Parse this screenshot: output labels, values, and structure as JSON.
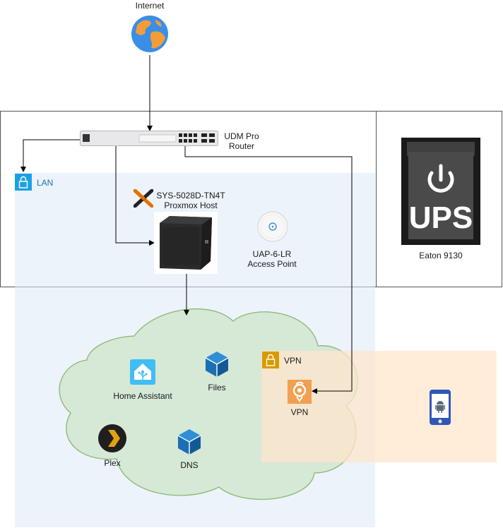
{
  "internet": {
    "label": "Internet",
    "icon": "globe-icon"
  },
  "router": {
    "line1": "UDM Pro",
    "line2": "Router",
    "icon": "rack-router-icon"
  },
  "lan": {
    "label": "LAN",
    "icon": "lock-icon",
    "color": "#1ba1e2"
  },
  "host": {
    "line1": "SYS-5028D-TN4T",
    "line2": "Proxmox Host",
    "icon": "server-tower-icon",
    "brand_icon": "proxmox-x-icon"
  },
  "access_point": {
    "line1": "UAP-6-LR",
    "line2": "Access Point",
    "icon": "wifi-access-point-icon"
  },
  "ups": {
    "badge": "UPS",
    "label": "Eaton 9130",
    "icon": "power-icon"
  },
  "cloud": {
    "services": [
      {
        "label": "Home Assistant",
        "icon": "home-assistant-icon"
      },
      {
        "label": "Files",
        "icon": "cube-icon"
      },
      {
        "label": "Plex",
        "icon": "plex-icon"
      },
      {
        "label": "DNS",
        "icon": "cube-icon"
      }
    ]
  },
  "vpn": {
    "group_label": "VPN",
    "service_label": "VPN",
    "icon": "wireguard-icon",
    "color": "#d79b00"
  },
  "phone": {
    "icon": "android-phone-icon"
  },
  "colors": {
    "lan_fill": "#ecf4fa",
    "cloud_fill": "#d5e8d4",
    "cloud_stroke": "#82b366",
    "vpn_fill": "#ffe6cc",
    "lock_color": "#1ba1e2",
    "vpn_lock_color": "#d79b00"
  }
}
